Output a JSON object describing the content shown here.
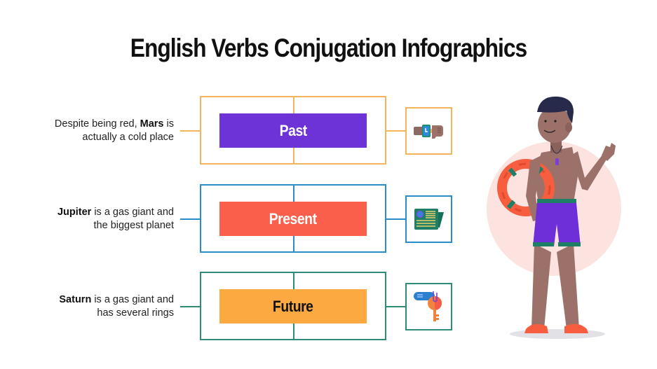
{
  "title": "English Verbs Conjugation Infographics",
  "rows": [
    {
      "tense": "Past",
      "desc_bold": "Mars",
      "desc_line1_before": "Despite being red, ",
      "desc_line1_after": " is",
      "desc_line2": "actually a cold place",
      "icon": "wristwatch-icon",
      "border_color": "#F4B45C",
      "pill_color": "#6E33D6",
      "text_color": "#FFFFFF"
    },
    {
      "tense": "Present",
      "desc_bold": "Jupiter",
      "desc_line1_before": "",
      "desc_line1_after": " is a gas giant and",
      "desc_line2": "the biggest planet",
      "icon": "newspaper-icon",
      "border_color": "#2A8DC9",
      "pill_color": "#FA5F4B",
      "text_color": "#FFFFFF"
    },
    {
      "tense": "Future",
      "desc_bold": "Saturn",
      "desc_line1_before": "",
      "desc_line1_after": " is a gas giant and",
      "desc_line2": "has several rings",
      "icon": "key-icon",
      "border_color": "#2C8C78",
      "pill_color": "#FBA940",
      "text_color": "#111111"
    }
  ],
  "illustration": {
    "subject": "lifeguard-character",
    "background_circle_color": "#FDE3E0",
    "skin_color": "#9C716A",
    "shorts_color": "#6E2FD8",
    "trim_color": "#1E7F66",
    "ring_color": "#F75E3F",
    "hair_color": "#272A4A"
  }
}
